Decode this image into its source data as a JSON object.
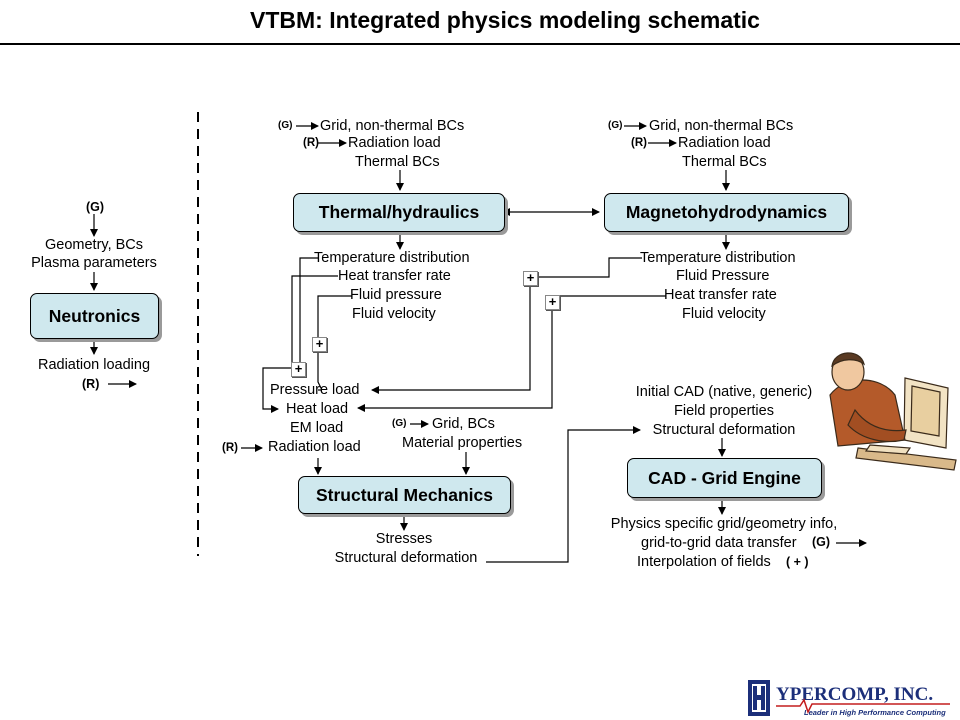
{
  "title": "VTBM: Integrated physics modeling schematic",
  "neutronics": {
    "tag_g": "(G)",
    "inputs": [
      "Geometry, BCs",
      "Plasma parameters"
    ],
    "box": "Neutronics",
    "output": "Radiation loading",
    "tag_r": "(R)"
  },
  "thermal": {
    "tag_g": "(G)",
    "grid": "Grid, non-thermal BCs",
    "tag_r": "(R)",
    "rad": "Radiation load",
    "thermal_bcs": "Thermal BCs",
    "box": "Thermal/hydraulics",
    "outputs": [
      "Temperature distribution",
      "Heat transfer rate",
      "Fluid pressure",
      "Fluid velocity"
    ]
  },
  "mhd": {
    "tag_g": "(G)",
    "grid": "Grid, non-thermal BCs",
    "tag_r": "(R)",
    "rad": "Radiation load",
    "thermal_bcs": "Thermal BCs",
    "box": "Magnetohydrodynamics",
    "outputs": [
      "Temperature distribution",
      "Fluid Pressure",
      "Heat transfer rate",
      "Fluid velocity"
    ]
  },
  "structural": {
    "loads": [
      "Pressure load",
      "Heat load",
      "EM load",
      "Radiation load"
    ],
    "tag_r": "(R)",
    "tag_g": "(G)",
    "grid": "Grid, BCs",
    "material": "Material properties",
    "box": "Structural Mechanics",
    "outputs": [
      "Stresses",
      "Structural deformation"
    ]
  },
  "cad": {
    "inputs": [
      "Initial CAD (native, generic)",
      "Field properties",
      "Structural deformation"
    ],
    "box": "CAD - Grid Engine",
    "outputs": [
      "Physics specific grid/geometry info,",
      "grid-to-grid data transfer",
      "Interpolation of fields"
    ],
    "tag_g": "(G)",
    "tag_plus": "( + )"
  },
  "plus_symbol": "+",
  "logo": {
    "letter": "H",
    "name": "YPERCOMP, INC.",
    "tagline": "Leader in High Performance Computing"
  },
  "colors": {
    "box_fill": "#cfe8ee",
    "logo_blue": "#1c2f7a",
    "logo_red": "#c41e1e"
  }
}
